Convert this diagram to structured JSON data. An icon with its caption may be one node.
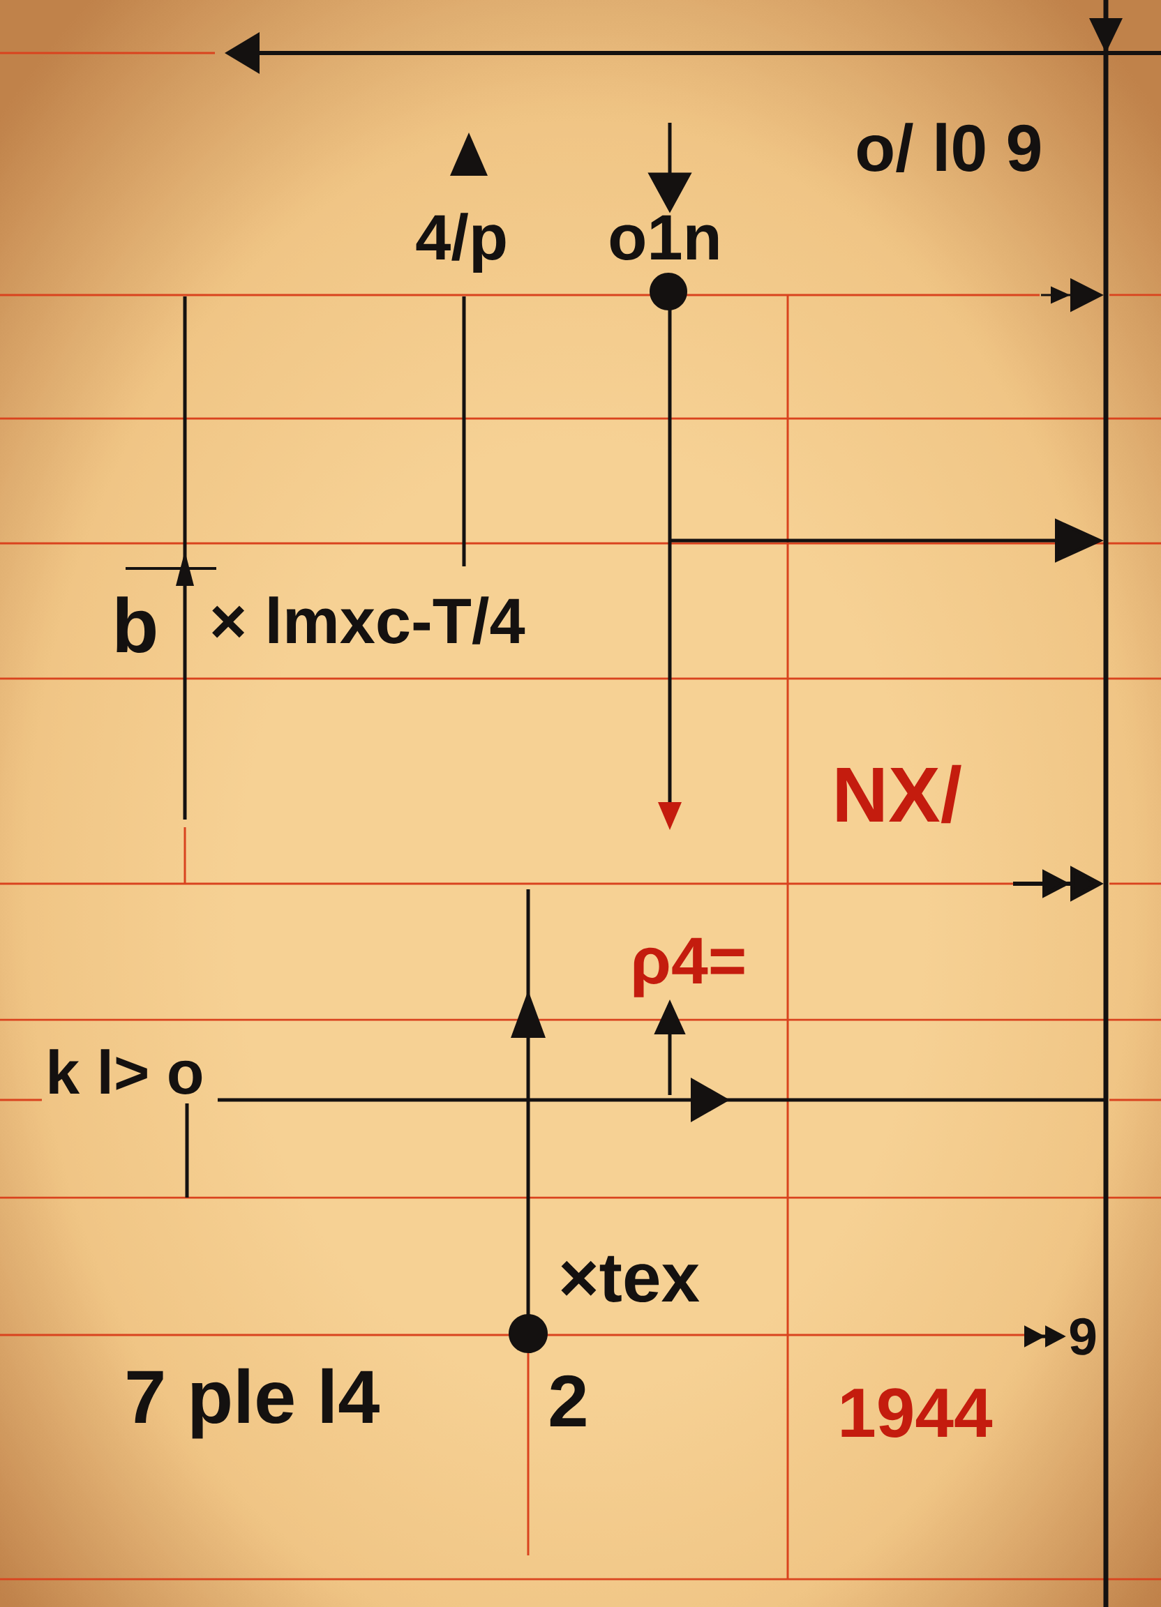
{
  "diagram": {
    "nodes": [
      {
        "text": [
          "o1n"
        ]
      },
      {
        "text": [
          "ρ4="
        ]
      },
      {
        "text": [
          "9"
        ]
      }
    ],
    "edges": [
      {
        "from": null,
        "to": 0,
        "arrow": "to"
      },
      {
        "from": null,
        "to": 1,
        "arrow": "to"
      },
      {
        "from": null,
        "to": 2,
        "arrow": "to"
      }
    ],
    "labels": [
      "o/ l0 9",
      "4/p",
      "b",
      "× lmxc-T/4",
      "NX/",
      "k l> o",
      "×tex",
      "7 ple l4",
      "2",
      "1944"
    ]
  }
}
